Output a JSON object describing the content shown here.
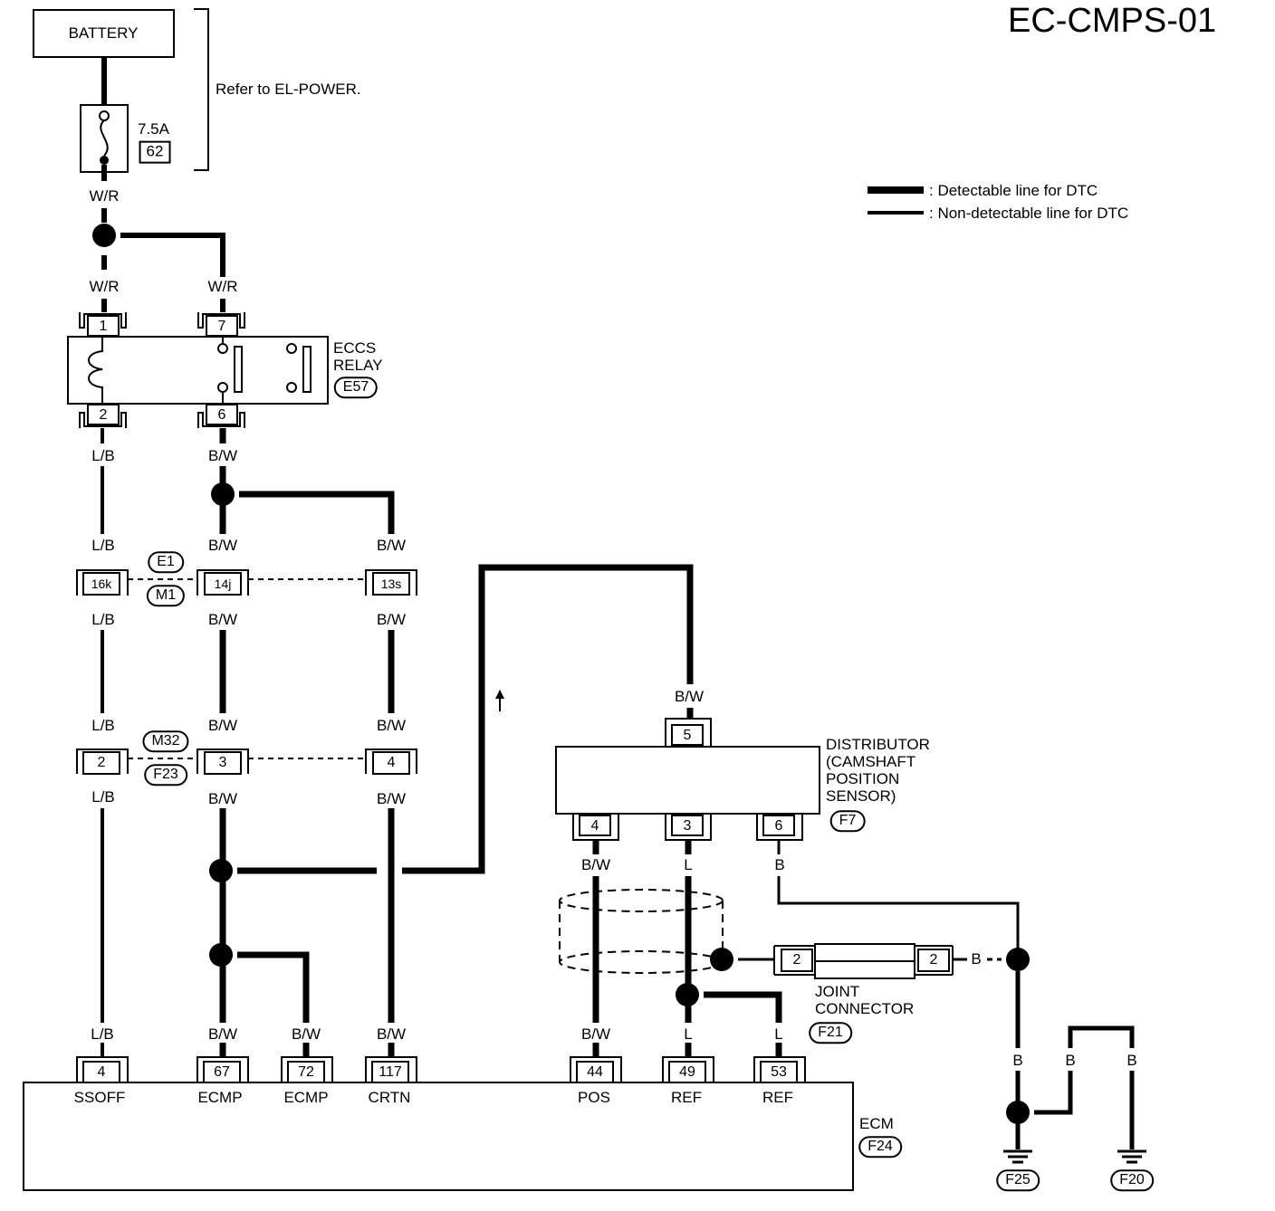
{
  "page_title": "EC-CMPS-01",
  "battery": "BATTERY",
  "power_ref": "Refer to EL-POWER.",
  "fuse": {
    "rating": "7.5A",
    "number": "62"
  },
  "legend": {
    "detectable": ": Detectable line for DTC",
    "nondetectable": ": Non-detectable line for DTC"
  },
  "relay": {
    "name1": "ECCS",
    "name2": "RELAY",
    "connector": "E57",
    "pins": [
      "1",
      "7",
      "2",
      "6"
    ]
  },
  "connectors": {
    "e1": "E1",
    "m1": "M1",
    "m32": "M32",
    "f23": "F23",
    "pins_row1": [
      "16k",
      "14j",
      "13s"
    ],
    "pins_row2": [
      "2",
      "3",
      "4"
    ]
  },
  "distributor": {
    "line1": "DISTRIBUTOR",
    "line2": "(CAMSHAFT",
    "line3": "POSITION",
    "line4": "SENSOR)",
    "connector": "F7",
    "pins": [
      "5",
      "4",
      "3",
      "6"
    ]
  },
  "joint": {
    "line1": "JOINT",
    "line2": "CONNECTOR",
    "connector": "F21",
    "pins": [
      "2",
      "2"
    ]
  },
  "ecm": {
    "name": "ECM",
    "connector": "F24",
    "pins": [
      "4",
      "67",
      "72",
      "117",
      "44",
      "49",
      "53"
    ],
    "terminals": [
      "SSOFF",
      "ECMP",
      "ECMP",
      "CRTN",
      "POS",
      "REF",
      "REF"
    ]
  },
  "grounds": [
    "F25",
    "F20"
  ],
  "wire_colors": {
    "wr": "W/R",
    "lb": "L/B",
    "bw": "B/W",
    "l": "L",
    "b": "B"
  }
}
